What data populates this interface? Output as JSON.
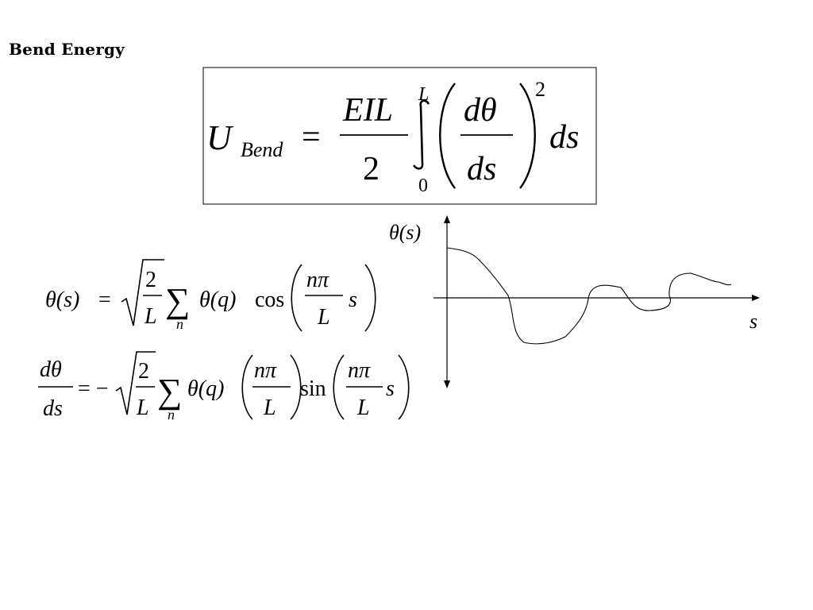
{
  "slide": {
    "title": "Bend Energy"
  },
  "bend_equation": {
    "U": "U",
    "bend_sub": "Bend",
    "equals": "=",
    "num": "EIL",
    "den": "2",
    "upper_limit": "L",
    "lower_limit": "0",
    "d_theta": "dθ",
    "ds": "ds",
    "exponent": "2",
    "trailing_ds": "ds"
  },
  "fourier_series": {
    "theta_s": "θ(s)",
    "equals": "=",
    "sqrt_num": "2",
    "sqrt_den": "L",
    "sigma": "∑",
    "sum_index": "n",
    "theta_q": "θ(q)",
    "cos": "cos",
    "arg_num": "nπ",
    "arg_den": "L",
    "arg_var": "s"
  },
  "derivative_series": {
    "d_theta": "dθ",
    "ds": "ds",
    "equals_minus": "= −",
    "sqrt_num": "2",
    "sqrt_den": "L",
    "sigma": "∑",
    "sum_index": "n",
    "theta_q": "θ(q)",
    "coef_num": "nπ",
    "coef_den": "L",
    "sin": "sin",
    "arg_num": "nπ",
    "arg_den": "L",
    "arg_var": "s"
  },
  "graph": {
    "y_label": "θ(s)",
    "x_label": "s"
  }
}
